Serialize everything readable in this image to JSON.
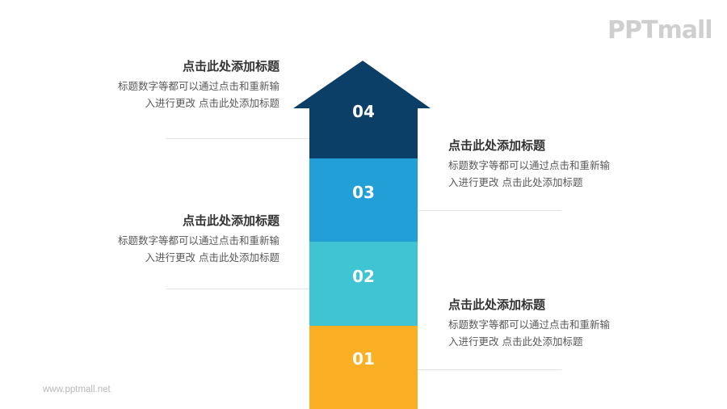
{
  "logo": {
    "text": "PPTmall"
  },
  "footer": {
    "url": "www.pptmall.net"
  },
  "colors": {
    "step1": "#FBAF24",
    "step2": "#3EC4D2",
    "step3": "#229FD7",
    "step4": "#0B3F67",
    "text_title": "#333333",
    "text_desc": "#595959",
    "line": "#e3e3e3"
  },
  "steps": [
    {
      "number": "01",
      "title": "点击此处添加标题",
      "desc_line1": "标题数字等都可以通过点击和重新输",
      "desc_line2": "入进行更改 点击此处添加标题",
      "side": "right"
    },
    {
      "number": "02",
      "title": "点击此处添加标题",
      "desc_line1": "标题数字等都可以通过点击和重新输",
      "desc_line2": "入进行更改 点击此处添加标题",
      "side": "left"
    },
    {
      "number": "03",
      "title": "点击此处添加标题",
      "desc_line1": "标题数字等都可以通过点击和重新输",
      "desc_line2": "入进行更改 点击此处添加标题",
      "side": "right"
    },
    {
      "number": "04",
      "title": "点击此处添加标题",
      "desc_line1": "标题数字等都可以通过点击和重新输",
      "desc_line2": "入进行更改 点击此处添加标题",
      "side": "left"
    }
  ]
}
